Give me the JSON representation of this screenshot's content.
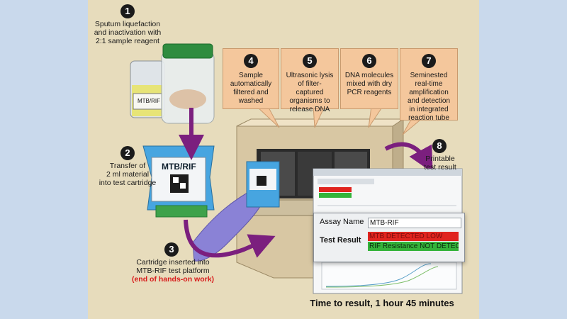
{
  "steps": [
    {
      "number": "1",
      "text_lines": [
        "Sputum liquefaction",
        "and inactivation with",
        "2:1 sample reagent"
      ]
    },
    {
      "number": "2",
      "text_lines": [
        "Transfer of",
        "2 ml material",
        "into test cartridge"
      ]
    },
    {
      "number": "3",
      "text_lines": [
        "Cartridge inserted into",
        "MTB-RIF test platform"
      ],
      "note": "(end of hands-on work)"
    },
    {
      "number": "4",
      "text_lines": [
        "Sample",
        "automatically",
        "filtered and",
        "washed"
      ]
    },
    {
      "number": "5",
      "text_lines": [
        "Ultrasonic lysis",
        "of filter-captured",
        "organisms to",
        "release DNA"
      ]
    },
    {
      "number": "6",
      "text_lines": [
        "DNA molecules",
        "mixed with dry",
        "PCR reagents"
      ]
    },
    {
      "number": "7",
      "text_lines": [
        "Seminested",
        "real-time",
        "amplification",
        "and detection",
        "in integrated",
        "reaction tube"
      ]
    },
    {
      "number": "8",
      "text_lines": [
        "Printable",
        "test result"
      ]
    }
  ],
  "cartridge_label": "MTB/RIF",
  "result_panel": {
    "assay_label": "Assay Name",
    "assay_value": "MTB-RIF",
    "test_result_label": "Test Result",
    "result_lines": [
      {
        "text": "MTB DETECTED LOW",
        "color": "#e0241f"
      },
      {
        "text": "RIF Resistance NOT DETECTED",
        "color": "#34b33a"
      }
    ]
  },
  "footer": "Time to result, 1 hour 45 minutes",
  "colors": {
    "background": "#c9d9ec",
    "panel": "#e7dcbc",
    "callout": "#f4c79c",
    "arrow": "#7b1f7e"
  }
}
